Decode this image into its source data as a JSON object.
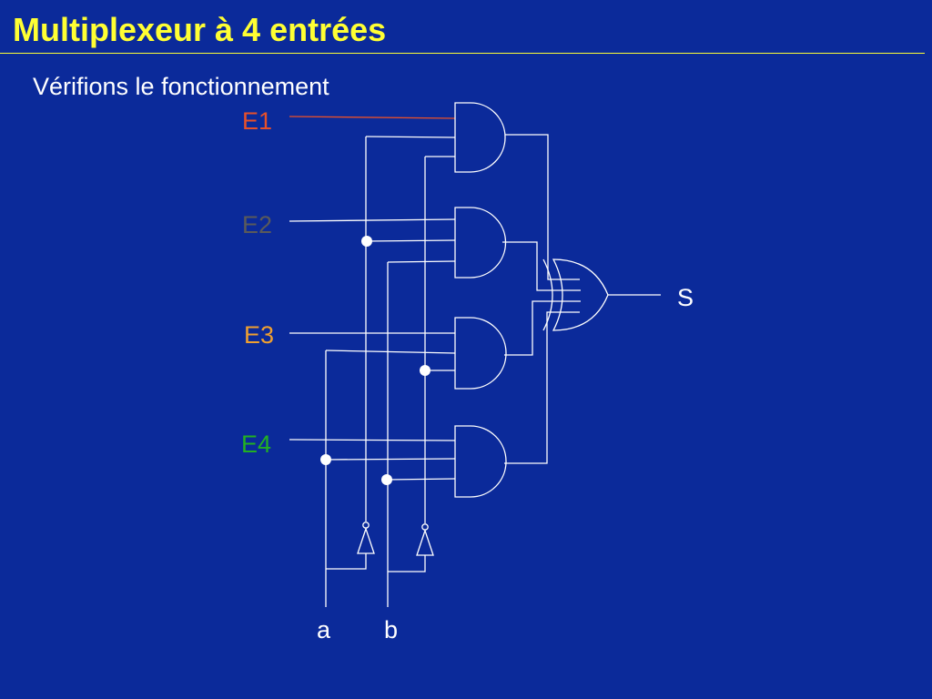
{
  "slide": {
    "title": "Multiplexeur à 4 entrées",
    "subtitle": "Vérifions le fonctionnement"
  },
  "inputs": [
    {
      "label": "E1",
      "color": "#E8502A"
    },
    {
      "label": "E2",
      "color": "#5A5A5A"
    },
    {
      "label": "E3",
      "color": "#F0A030"
    },
    {
      "label": "E4",
      "color": "#22B022"
    }
  ],
  "selectors": [
    {
      "label": "a"
    },
    {
      "label": "b"
    }
  ],
  "output": {
    "label": "S"
  },
  "colors": {
    "background": "#0B2A9A",
    "title": "#FFFF33",
    "wire": "#FFFFFF",
    "e1_wire": "#E8502A"
  }
}
